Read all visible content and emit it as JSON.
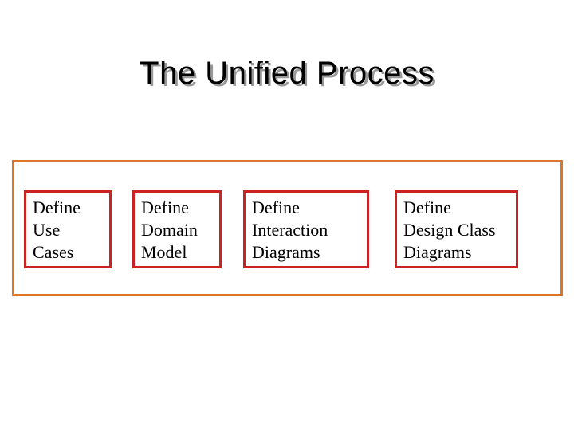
{
  "slide": {
    "title": "The Unified Process"
  },
  "process": {
    "steps": [
      {
        "label": "Define\nUse\nCases"
      },
      {
        "label": "Define\nDomain\nModel"
      },
      {
        "label": "Define\nInteraction\nDiagrams"
      },
      {
        "label": "Define\nDesign Class\nDiagrams"
      }
    ]
  },
  "colors": {
    "background": "#ffffff",
    "container_border": "#d9782d",
    "step_border": "#cc2222",
    "title_text": "#000000",
    "title_shadow": "#999999",
    "body_text": "#000000"
  }
}
